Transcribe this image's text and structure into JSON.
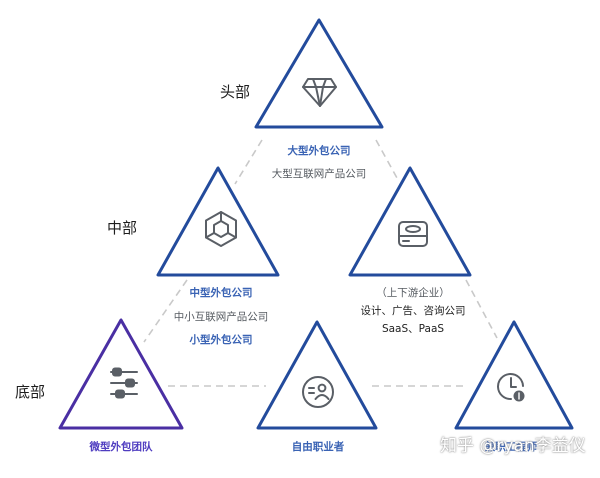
{
  "tiers": {
    "head": "头部",
    "middle": "中部",
    "bottom": "底部"
  },
  "nodes": {
    "top": {
      "icon": "diamond-icon",
      "lines": [
        "大型外包公司",
        "大型互联网产品公司"
      ]
    },
    "mid_left": {
      "icon": "cube-icon",
      "lines": [
        "中型外包公司",
        "中小互联网产品公司",
        "小型外包公司"
      ]
    },
    "mid_right": {
      "icon": "hard-drive-icon",
      "lines": [
        "（上下游企业）",
        "设计、广告、咨询公司",
        "SaaS、PaaS"
      ]
    },
    "bottom_left": {
      "icon": "sliders-icon",
      "lines": [
        "微型外包团队"
      ]
    },
    "bottom_mid": {
      "icon": "user-card-icon",
      "lines": [
        "自由职业者"
      ]
    },
    "bottom_right": {
      "icon": "clock-money-icon",
      "lines": [
        "兼职工程师"
      ]
    }
  },
  "colors": {
    "blue": "#234b9c",
    "purple": "#4a2fa3",
    "dashed": "#c8c8c8",
    "icon": "#5a5f66"
  },
  "watermark": "知乎 @ryan李益仪"
}
